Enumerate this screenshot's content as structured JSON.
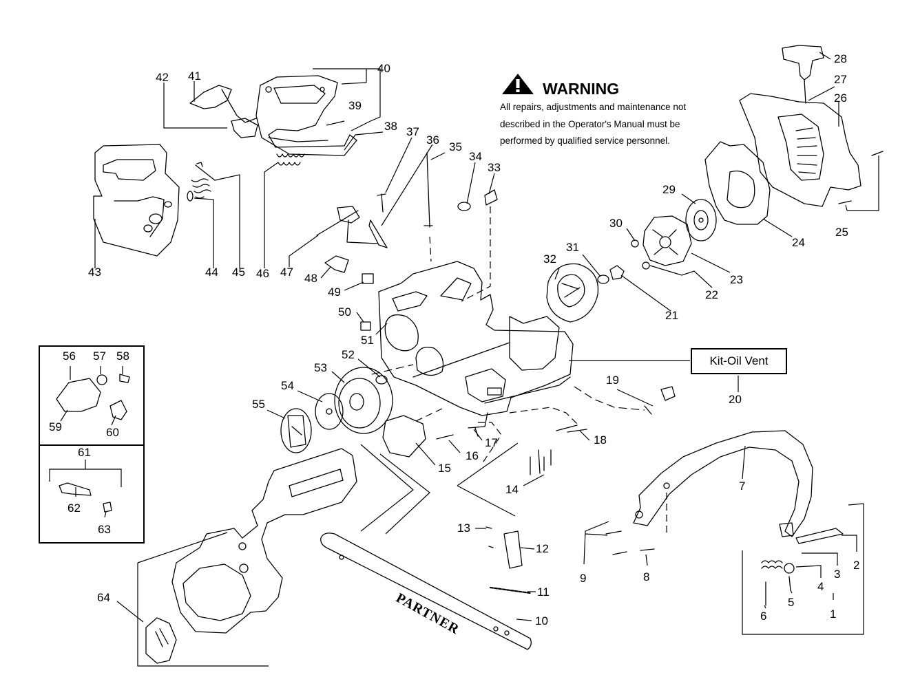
{
  "warning": {
    "title": "WARNING",
    "lines": [
      "All repairs, adjustments and maintenance not",
      "described in the Operator's Manual must be",
      "performed by qualified  service personnel."
    ]
  },
  "kit_label": "Kit-Oil Vent",
  "brand_on_bar": "PARTNER",
  "part_numbers": {
    "p1": "1",
    "p2": "2",
    "p3": "3",
    "p4": "4",
    "p5": "5",
    "p6": "6",
    "p7": "7",
    "p8": "8",
    "p9": "9",
    "p10": "10",
    "p11": "11",
    "p12": "12",
    "p13": "13",
    "p14": "14",
    "p15": "15",
    "p16": "16",
    "p17": "17",
    "p18": "18",
    "p19": "19",
    "p20": "20",
    "p21": "21",
    "p22": "22",
    "p23": "23",
    "p24": "24",
    "p25": "25",
    "p26": "26",
    "p27": "27",
    "p28": "28",
    "p29": "29",
    "p30": "30",
    "p31": "31",
    "p32": "32",
    "p33": "33",
    "p34": "34",
    "p35": "35",
    "p36": "36",
    "p37": "37",
    "p38": "38",
    "p39": "39",
    "p40": "40",
    "p41": "41",
    "p42": "42",
    "p43": "43",
    "p44": "44",
    "p45": "45",
    "p46": "46",
    "p47": "47",
    "p48": "48",
    "p49": "49",
    "p50": "50",
    "p51": "51",
    "p52": "52",
    "p53": "53",
    "p54": "54",
    "p55": "55",
    "p56": "56",
    "p57": "57",
    "p58": "58",
    "p59": "59",
    "p60": "60",
    "p61": "61",
    "p62": "62",
    "p63": "63",
    "p64": "64"
  }
}
